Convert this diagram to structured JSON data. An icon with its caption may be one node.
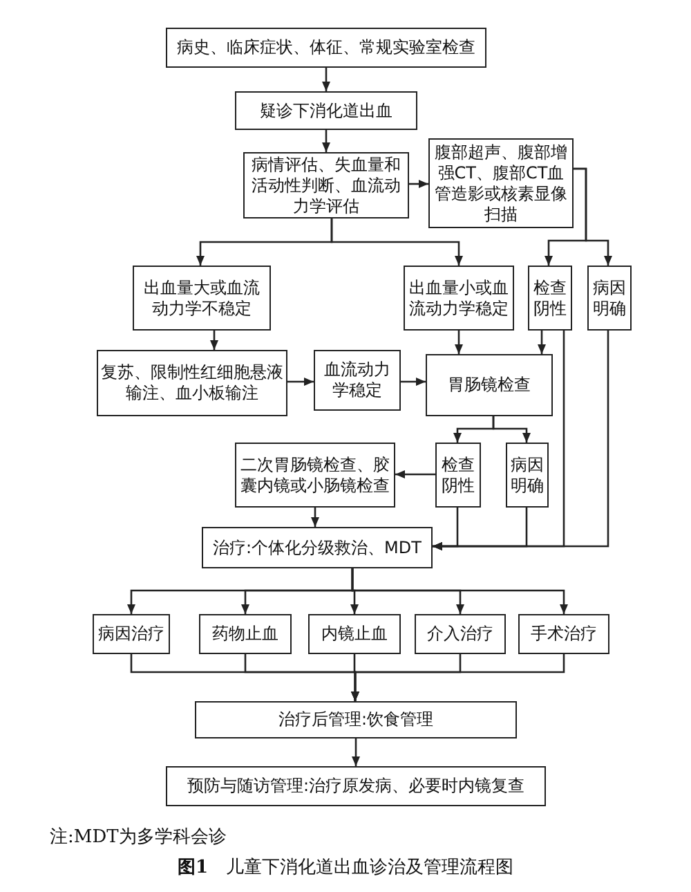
{
  "diagram": {
    "caption": "**图1**　儿童下消化道出血诊治及管理流程图",
    "nodes": [
      {
        "text": [
          "病史、临床症状、体征、常规实验室检查"
        ]
      },
      {
        "text": [
          "疑诊下消化道出血"
        ]
      },
      {
        "text": [
          "病情评估、失血量和活动性判断、血流动力学评估"
        ]
      },
      {
        "text": [
          "腹部超声、腹部增强CT、腹部CT血管造影或核素显像扫描"
        ]
      },
      {
        "text": [
          "出血量大或血流动力学不稳定"
        ]
      },
      {
        "text": [
          "出血量小或血流动力学稳定"
        ]
      },
      {
        "text": [
          "检查阴性"
        ]
      },
      {
        "text": [
          "病因明确"
        ]
      },
      {
        "text": [
          "复苏、限制性红细胞悬液输注、血小板输注"
        ]
      },
      {
        "text": [
          "血流动力学稳定"
        ]
      },
      {
        "text": [
          "胃肠镜检查"
        ]
      },
      {
        "text": [
          "二次胃肠镜检查、胶囊内镜或小肠镜检查"
        ]
      },
      {
        "text": [
          "检查阴性"
        ]
      },
      {
        "text": [
          "病因明确"
        ]
      },
      {
        "text": [
          "治疗:个体化分级救治、MDT"
        ]
      },
      {
        "text": [
          "病因治疗"
        ]
      },
      {
        "text": [
          "药物止血"
        ]
      },
      {
        "text": [
          "内镜止血"
        ]
      },
      {
        "text": [
          "介入治疗"
        ]
      },
      {
        "text": [
          "手术治疗"
        ]
      },
      {
        "text": [
          "治疗后管理:饮食管理"
        ]
      },
      {
        "text": [
          "预防与随访管理:治疗原发病、必要时内镜复查"
        ]
      }
    ],
    "edges": [
      {
        "from": 0,
        "to": 1,
        "arrow": "to"
      },
      {
        "from": 1,
        "to": 2,
        "arrow": "to"
      },
      {
        "from": 2,
        "to": 3,
        "arrow": "to"
      },
      {
        "from": 2,
        "to": 4,
        "arrow": "to"
      },
      {
        "from": 2,
        "to": 5,
        "arrow": "to"
      },
      {
        "from": 3,
        "to": 6,
        "arrow": "to"
      },
      {
        "from": 3,
        "to": 7,
        "arrow": "to"
      },
      {
        "from": 4,
        "to": 8,
        "arrow": "to"
      },
      {
        "from": 8,
        "to": 9,
        "arrow": "to"
      },
      {
        "from": 9,
        "to": 10,
        "arrow": "to"
      },
      {
        "from": 5,
        "to": 10,
        "arrow": "to"
      },
      {
        "from": 6,
        "to": 10,
        "arrow": "to"
      },
      {
        "from": 10,
        "to": 12,
        "arrow": "to"
      },
      {
        "from": 10,
        "to": 13,
        "arrow": "to"
      },
      {
        "from": 12,
        "to": 11,
        "arrow": "to"
      },
      {
        "from": 11,
        "to": 14,
        "arrow": "to"
      },
      {
        "from": 12,
        "to": 14,
        "arrow": "to"
      },
      {
        "from": 13,
        "to": 14,
        "arrow": "to"
      },
      {
        "from": 6,
        "to": 14,
        "arrow": "to"
      },
      {
        "from": 7,
        "to": 14,
        "arrow": "to"
      },
      {
        "from": 14,
        "to": 15,
        "arrow": "to"
      },
      {
        "from": 14,
        "to": 16,
        "arrow": "to"
      },
      {
        "from": 14,
        "to": 17,
        "arrow": "to"
      },
      {
        "from": 14,
        "to": 18,
        "arrow": "to"
      },
      {
        "from": 14,
        "to": 19,
        "arrow": "to"
      },
      {
        "from": 15,
        "to": 20,
        "arrow": "to"
      },
      {
        "from": 16,
        "to": 20,
        "arrow": "to"
      },
      {
        "from": 17,
        "to": 20,
        "arrow": "to"
      },
      {
        "from": 18,
        "to": 20,
        "arrow": "to"
      },
      {
        "from": 19,
        "to": 20,
        "arrow": "to"
      },
      {
        "from": 20,
        "to": 21,
        "arrow": "to"
      }
    ],
    "labels": [
      "注:MDT为多学科会诊"
    ]
  }
}
